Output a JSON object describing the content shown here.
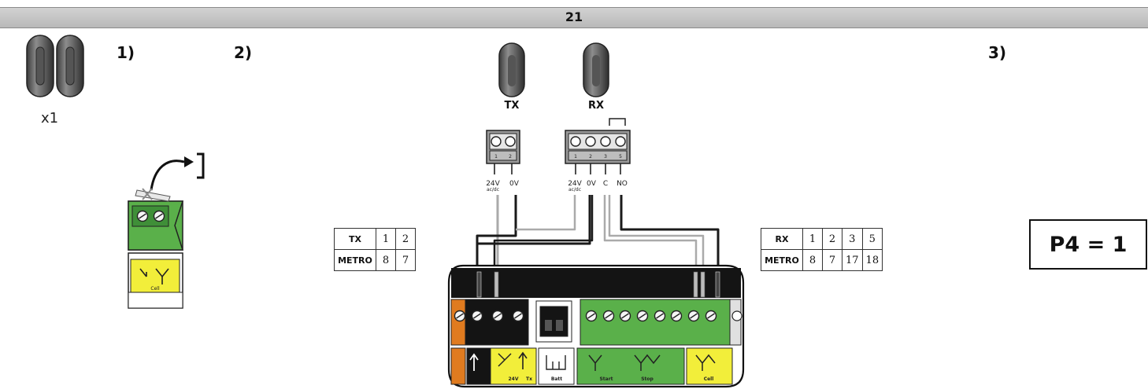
{
  "header": {
    "page_number": "21"
  },
  "steps": {
    "step1": "1)",
    "step2": "2)",
    "step3": "3)"
  },
  "kit": {
    "quantity": "x1"
  },
  "devices": {
    "tx_label": "TX",
    "rx_label": "RX"
  },
  "tx_terminals": {
    "numbers": [
      "1",
      "2"
    ],
    "labels": [
      {
        "main": "24V",
        "sub": "ac/dc"
      },
      {
        "main": "0V",
        "sub": ""
      }
    ]
  },
  "rx_terminals": {
    "numbers": [
      "1",
      "2",
      "3",
      "5"
    ],
    "labels": [
      {
        "main": "24V",
        "sub": "ac/dc"
      },
      {
        "main": "0V",
        "sub": ""
      },
      {
        "main": "C",
        "sub": ""
      },
      {
        "main": "NO",
        "sub": ""
      }
    ]
  },
  "tx_table": {
    "header": [
      "TX",
      "1",
      "2"
    ],
    "row": [
      "METRO",
      "8",
      "7"
    ]
  },
  "rx_table": {
    "header": [
      "RX",
      "1",
      "2",
      "3",
      "5"
    ],
    "row": [
      "METRO",
      "8",
      "7",
      "17",
      "18"
    ]
  },
  "board_labels": {
    "cell_small": "Cell",
    "voltage": "24V",
    "tx": "Tx",
    "batt": "Batt",
    "start": "Start",
    "stop": "Stop",
    "cell": "Cell"
  },
  "parameter": {
    "text": "P4 = 1"
  },
  "colors": {
    "terminal_green": "#5ab04a",
    "label_yellow": "#f2ee3a",
    "block_black": "#141414",
    "orange": "#e07b1f",
    "device_grey": "#6a6a6a",
    "wire_black": "#1a1a1a",
    "wire_grey": "#aaaaaa"
  }
}
